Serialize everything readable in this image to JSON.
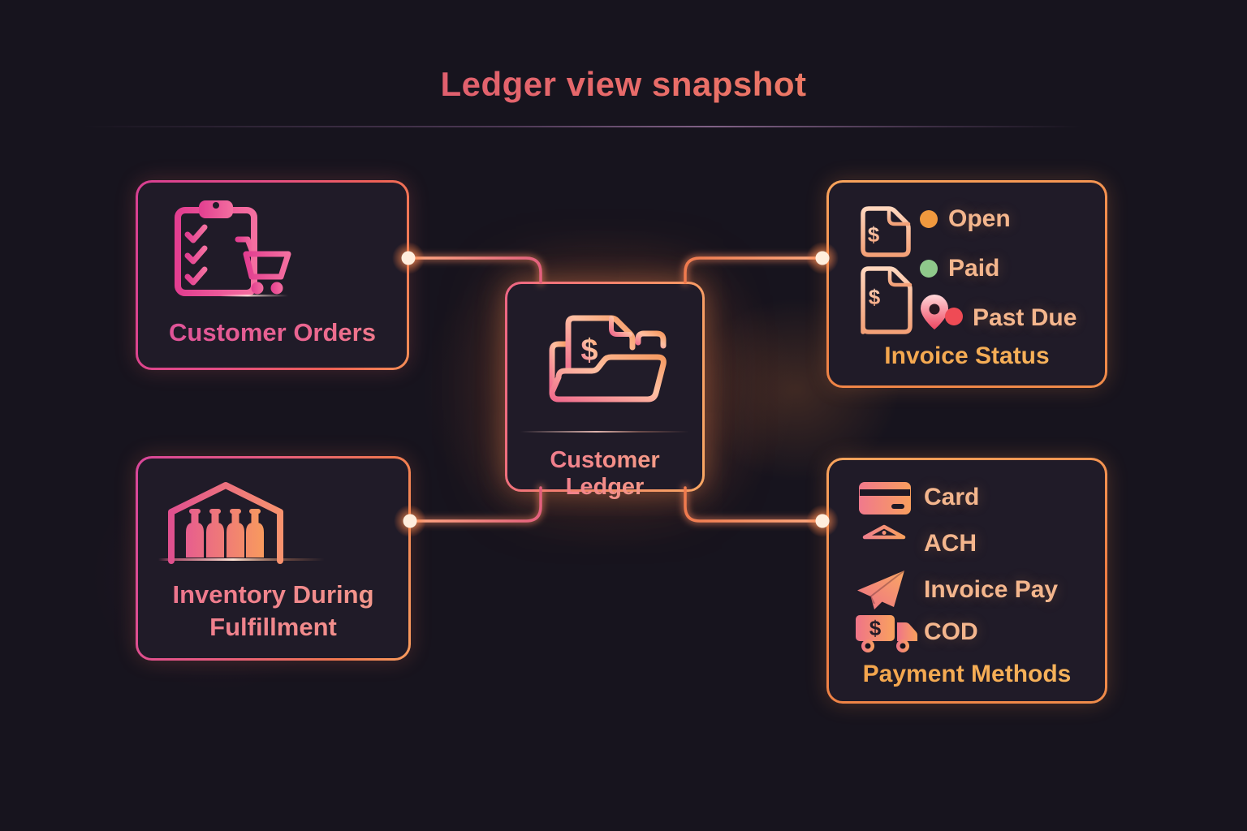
{
  "title": "Ledger view snapshot",
  "nodes": {
    "customer_orders": {
      "label": "Customer Orders",
      "icon": "clipboard-cart-icon"
    },
    "inventory": {
      "line1": "Inventory During",
      "line2": "Fulfillment",
      "icon": "warehouse-icon"
    },
    "customer_ledger": {
      "label": "Customer Ledger",
      "icon": "money-folder-icon"
    },
    "invoice_status": {
      "label": "Invoice Status",
      "icons": [
        "invoice-document-icon",
        "invoice-document-pin-icon"
      ],
      "statuses": [
        {
          "label": "Open",
          "color": "#f0993e"
        },
        {
          "label": "Paid",
          "color": "#8fc98b"
        },
        {
          "label": "Past Due",
          "color": "#ef4b55"
        }
      ]
    },
    "payment_methods": {
      "label": "Payment Methods",
      "methods": [
        {
          "label": "Card",
          "icon": "credit-card-icon"
        },
        {
          "label": "ACH",
          "icon": "bank-icon"
        },
        {
          "label": "Invoice Pay",
          "icon": "paper-plane-icon"
        },
        {
          "label": "COD",
          "icon": "delivery-truck-icon"
        }
      ]
    }
  },
  "colors": {
    "background": "#17141e",
    "pink_accent": "#dd4492",
    "orange_accent": "#f5914f",
    "peach_text": "#f4b68d",
    "gold_text": "#f3a54c",
    "connector_dot": "#ffeedd"
  }
}
